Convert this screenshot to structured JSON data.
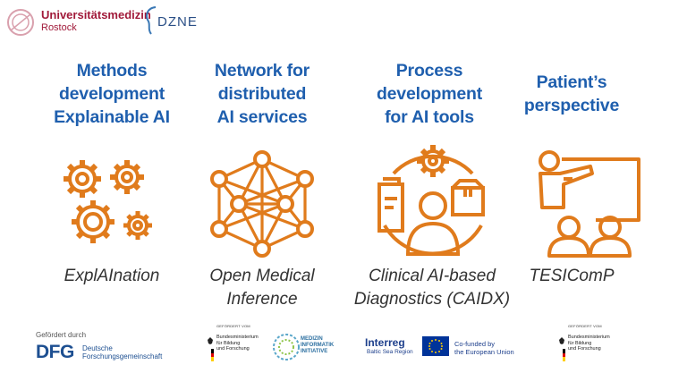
{
  "header": {
    "uni_name": "Universitätsmedizin",
    "uni_city": "Rostock",
    "dzne": "DZNE"
  },
  "columns": [
    {
      "title": "Methods\ndevelopment\nExplainable AI",
      "icon": "gears-icon",
      "caption": "ExplAInation"
    },
    {
      "title": "Network for\ndistributed\nAI services",
      "icon": "network-icon",
      "caption": "Open Medical\nInference"
    },
    {
      "title": "Process\ndevelopment\nfor AI tools",
      "icon": "process-icon",
      "caption": "Clinical AI-based\nDiagnostics (CAIDX)"
    },
    {
      "title": "Patient’s\nperspective",
      "icon": "presentation-icon",
      "caption": "TESIComP"
    }
  ],
  "funders": {
    "dfg_funded_by": "Gefördert durch",
    "dfg": "DFG",
    "dfg_name": "Deutsche\nForschungsgemeinschaft",
    "bmbf_funded_by": "GEFÖRDERT VOM",
    "bmbf_name": "Bundesministerium\nfür Bildung\nund Forschung",
    "mii": "MEDIZIN\nINFORMATIK\nINITIATIVE",
    "interreg": "Interreg",
    "interreg_region": "Baltic Sea Region",
    "eu_text": "Co-funded by\nthe European Union",
    "bmbf2_funded_by": "GEFÖRDERT VOM",
    "bmbf2_name": "Bundesministerium\nfür Bildung\nund Forschung"
  },
  "colors": {
    "accent": "#e07b1c",
    "heading": "#1f5fae",
    "uni": "#a11a3a"
  }
}
